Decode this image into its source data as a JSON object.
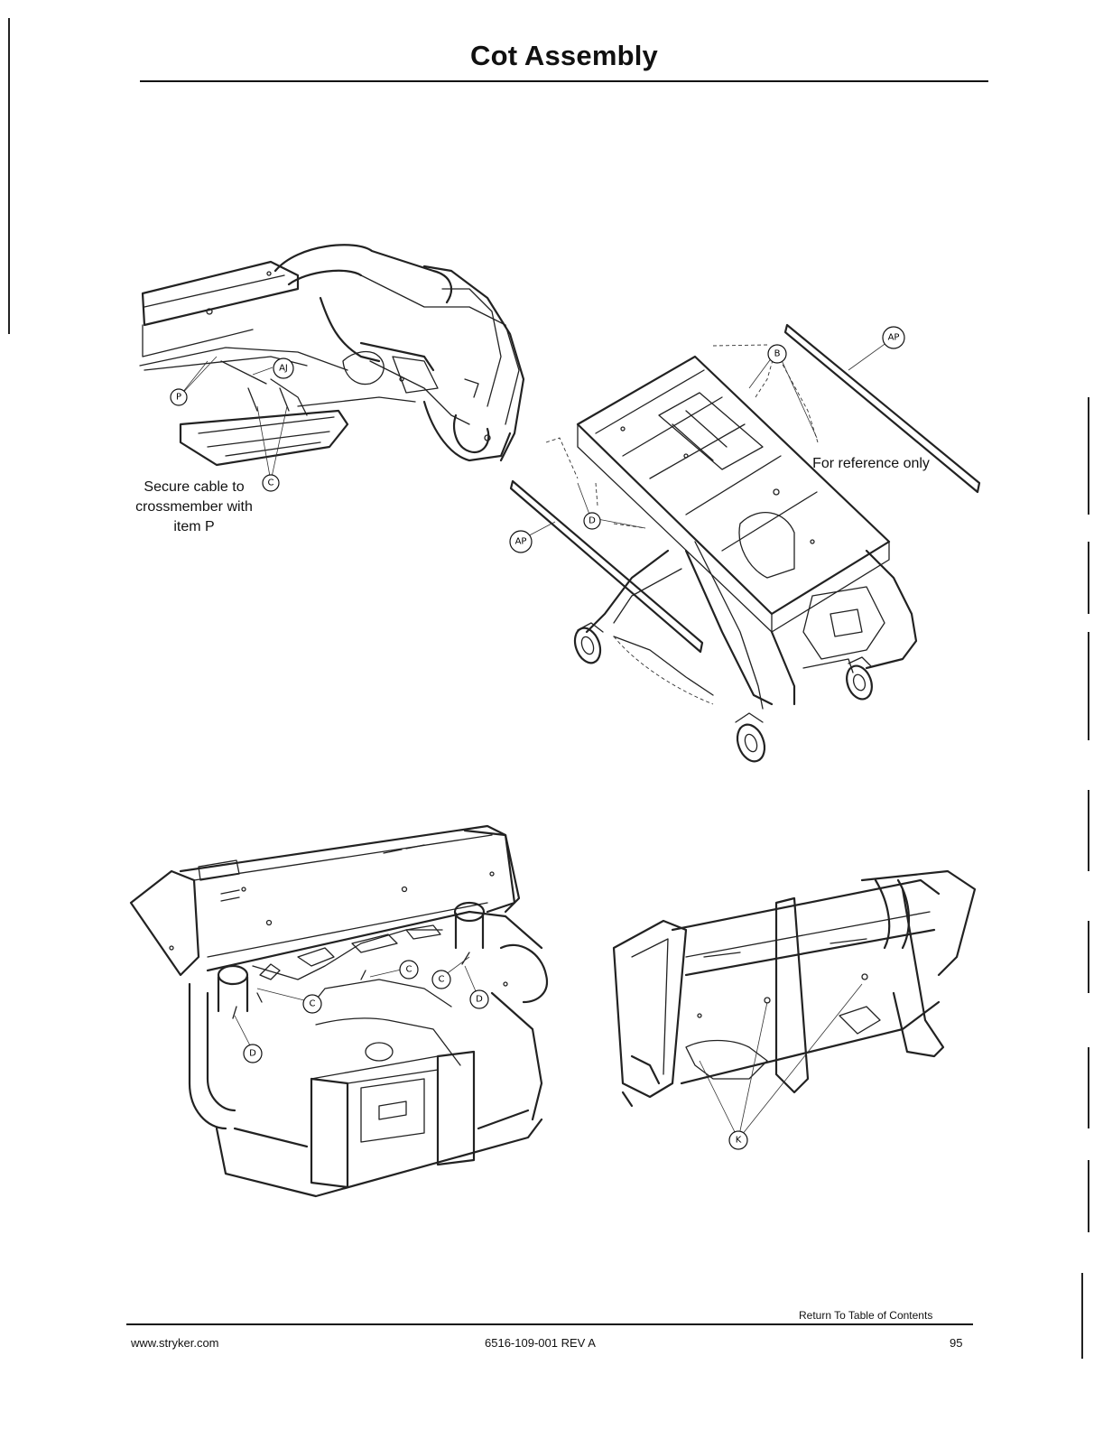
{
  "page": {
    "title": "Cot Assembly",
    "notes": {
      "secure": "Secure cable to crossmember with item P",
      "reference": "For reference only"
    },
    "callouts": {
      "p": "P",
      "aj": "AJ",
      "c": "C",
      "b": "B",
      "ap": "AP",
      "d": "D",
      "k": "K"
    },
    "footer": {
      "return_link": "Return To Table of Contents",
      "website": "www.stryker.com",
      "doc_number": "6516-109-001 REV A",
      "page_number": "95"
    }
  }
}
